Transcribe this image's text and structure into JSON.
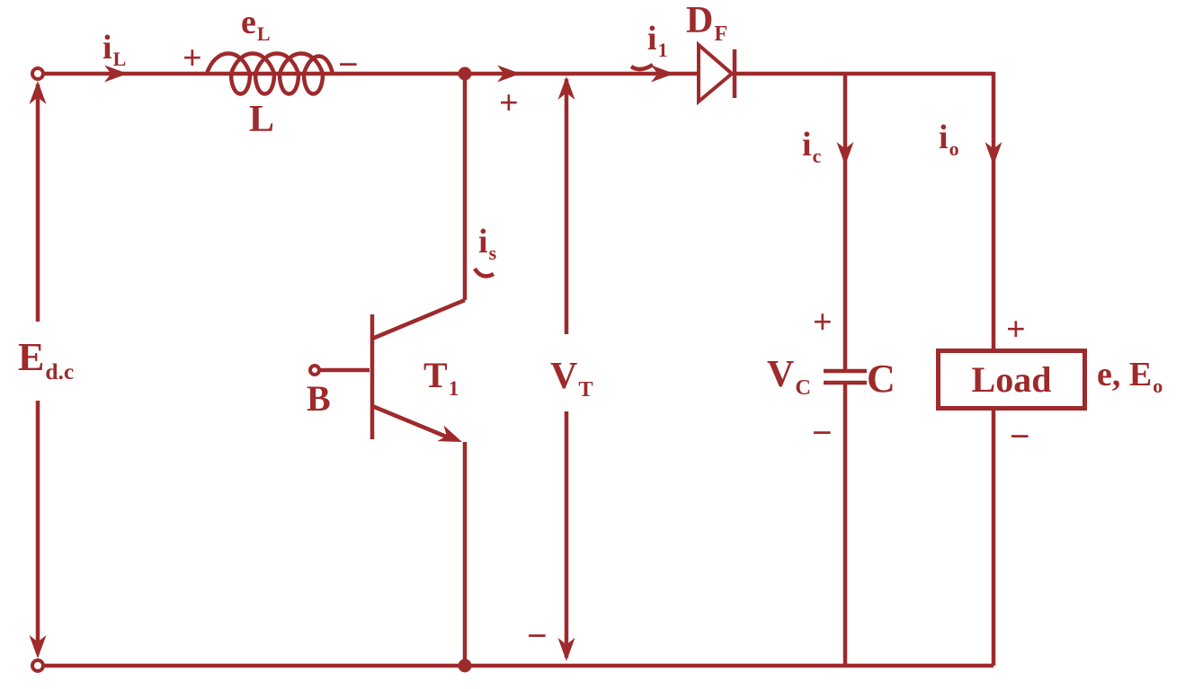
{
  "colors": {
    "ink": "#9E2A2B",
    "background": "#FFFFFF"
  },
  "labels": {
    "inductor_current": {
      "main": "i",
      "sub": "L"
    },
    "inductor_plus": "+",
    "inductor_emf": {
      "main": "e",
      "sub": "L"
    },
    "inductor_minus": "−",
    "inductor_name": "L",
    "source_voltage": {
      "main": "E",
      "sub": "d.c"
    },
    "switch_current": {
      "main": "i",
      "sub": "s"
    },
    "base_terminal": "B",
    "transistor_name": {
      "main": "T",
      "sub": "1"
    },
    "vt_plus": "+",
    "transistor_voltage": {
      "main": "V",
      "sub": "T"
    },
    "vt_minus": "−",
    "diode_current": {
      "main": "i",
      "sub": "1"
    },
    "diode_name": {
      "main": "D",
      "sub": "F"
    },
    "capacitor_current": {
      "main": "i",
      "sub": "c"
    },
    "capacitor_plus": "+",
    "capacitor_voltage": {
      "main": "V",
      "sub": "C"
    },
    "capacitor_name": "C",
    "capacitor_minus": "−",
    "output_current": {
      "main": "i",
      "sub": "o"
    },
    "load_plus": "+",
    "load_name": "Load",
    "output_voltage": {
      "main": "e, E",
      "sub": "o"
    },
    "load_minus": "−"
  }
}
